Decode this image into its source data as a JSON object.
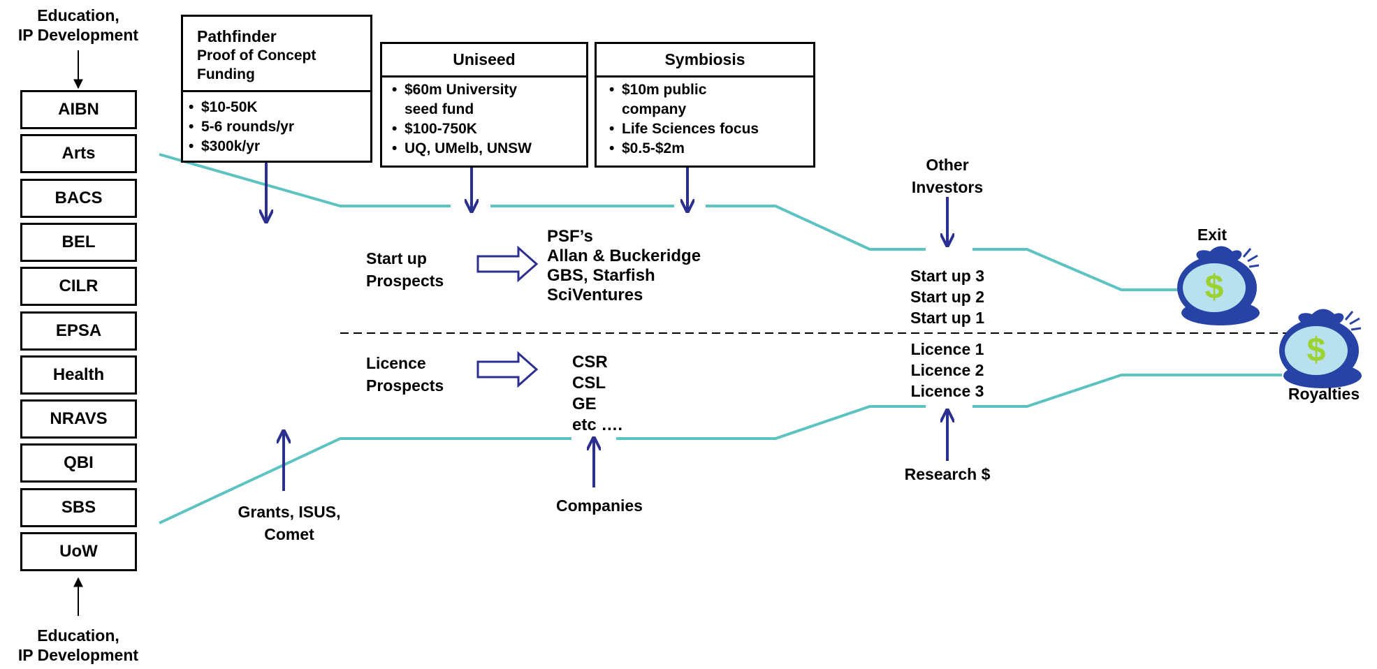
{
  "education_top": "Education,\nIP Development",
  "education_bottom": "Education,\nIP Development",
  "departments": [
    "AIBN",
    "Arts",
    "BACS",
    "BEL",
    "CILR",
    "EPSA",
    "Health",
    "NRAVS",
    "QBI",
    "SBS",
    "UoW"
  ],
  "pathfinder": {
    "title": "Pathfinder",
    "subtitle": "Proof of Concept Funding",
    "bullets": [
      "$10-50K",
      "5-6 rounds/yr",
      "$300k/yr"
    ]
  },
  "uniseed": {
    "title": "Uniseed",
    "bullets": [
      "$60m University",
      "seed fund",
      "$100-750K",
      "UQ, UMelb, UNSW"
    ]
  },
  "symbiosis": {
    "title": "Symbiosis",
    "bullets": [
      "$10m public",
      "company",
      "Life Sciences focus",
      "$0.5-$2m"
    ]
  },
  "other_investors": "Other\nInvestors",
  "startup_prospects": "Start up\nProspects",
  "startup_partners": [
    "PSF’s",
    "Allan & Buckeridge",
    "GBS, Starfish",
    "SciVentures"
  ],
  "licence_prospects": "Licence\nProspects",
  "licence_partners": [
    "CSR",
    "CSL",
    "GE",
    "etc …."
  ],
  "startups": [
    "Start up 3",
    "Start up 2",
    "Start up 1"
  ],
  "licences": [
    "Licence 1",
    "Licence 2",
    "Licence 3"
  ],
  "grants": "Grants, ISUS,\nComet",
  "companies": "Companies",
  "research": "Research $",
  "exit": "Exit",
  "royalties": "Royalties",
  "colors": {
    "flow_line": "#5cc3c2",
    "arrow": "#2b2f8f",
    "bag_body": "#2743a6",
    "bag_fill": "#b8e0ef",
    "dollar": "#9bd22e"
  }
}
